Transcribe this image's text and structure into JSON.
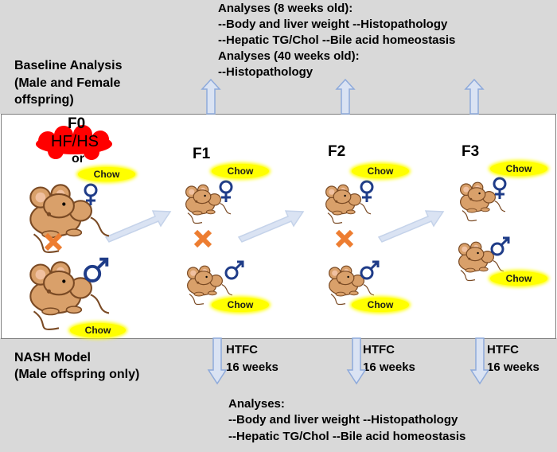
{
  "top": {
    "analyses_8wk": {
      "heading": "Analyses (8 weeks old):",
      "line1": "--Body and liver weight --Histopathology",
      "line2": "--Hepatic TG/Chol --Bile acid homeostasis"
    },
    "analyses_40wk": {
      "heading": "Analyses (40 weeks old):",
      "line1": "--Histopathology"
    },
    "baseline": {
      "line1": "Baseline Analysis",
      "line2": "(Male and Female",
      "line3": "offspring)"
    }
  },
  "generations": {
    "f0": "F0",
    "f1": "F1",
    "f2": "F2",
    "f3": "F3"
  },
  "f0_diet": {
    "hfhs": "HF/HS",
    "or": "or"
  },
  "chow_label": "Chow",
  "bottom": {
    "nash": {
      "line1": "NASH Model",
      "line2": "(Male offspring only)"
    },
    "htfc": {
      "line1": "HTFC",
      "line2": "16 weeks"
    },
    "analyses": {
      "heading": "Analyses:",
      "line1": "--Body and liver weight  --Histopathology",
      "line2": "--Hepatic TG/Chol  --Bile acid homeostasis"
    }
  },
  "colors": {
    "band": "#d9d9d9",
    "arrow_fill": "#dae3f3",
    "arrow_stroke": "#8eaadb",
    "cross": "#ed7d31",
    "sex_symbol": "#1f3c88",
    "chow_highlight": "#ffff00",
    "hfhs_cloud": "#ff0000",
    "mouse_body": "#d9a06a"
  }
}
